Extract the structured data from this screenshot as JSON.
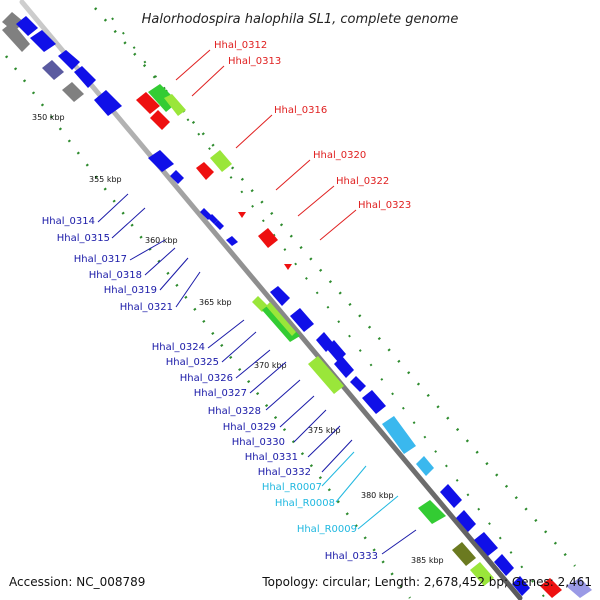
{
  "title": "Halorhodospira halophila SL1, complete genome",
  "accession": "Accession: NC_008789",
  "summary": "Topology: circular; Length: 2,678,452 bp; Genes: 2,461",
  "colors": {
    "backbone": "#8a8a8a",
    "tick_dot": "#2e8b2e",
    "label_red": "#e02020",
    "label_blue": "#1a1aa8",
    "label_cyan": "#20b8e0",
    "gene_blue": "#1010e8",
    "gene_red": "#ee1010",
    "gene_green": "#33cc33",
    "gene_lime": "#9ae63a",
    "gene_gray": "#808080",
    "gene_slate": "#5a5aa0",
    "gene_cyan": "#3ab8ee",
    "gene_olive": "#6b7a20",
    "gene_lavender": "#9a9ae6"
  },
  "ticks": [
    "350 kbp",
    "355 kbp",
    "360 kbp",
    "365 kbp",
    "370 kbp",
    "375 kbp",
    "380 kbp",
    "385 kbp"
  ],
  "labels_red": [
    "Hhal_0312",
    "Hhal_0313",
    "Hhal_0316",
    "Hhal_0320",
    "Hhal_0322",
    "Hhal_0323"
  ],
  "labels_blue": [
    "Hhal_0314",
    "Hhal_0315",
    "Hhal_0317",
    "Hhal_0318",
    "Hhal_0319",
    "Hhal_0321",
    "Hhal_0324",
    "Hhal_0325",
    "Hhal_0326",
    "Hhal_0327",
    "Hhal_0328",
    "Hhal_0329",
    "Hhal_0330",
    "Hhal_0331",
    "Hhal_0332"
  ],
  "labels_cyan": [
    "Hhal_R0007",
    "Hhal_R0008",
    "Hhal_R0009"
  ],
  "labels_blue_end": [
    "Hhal_0333"
  ]
}
